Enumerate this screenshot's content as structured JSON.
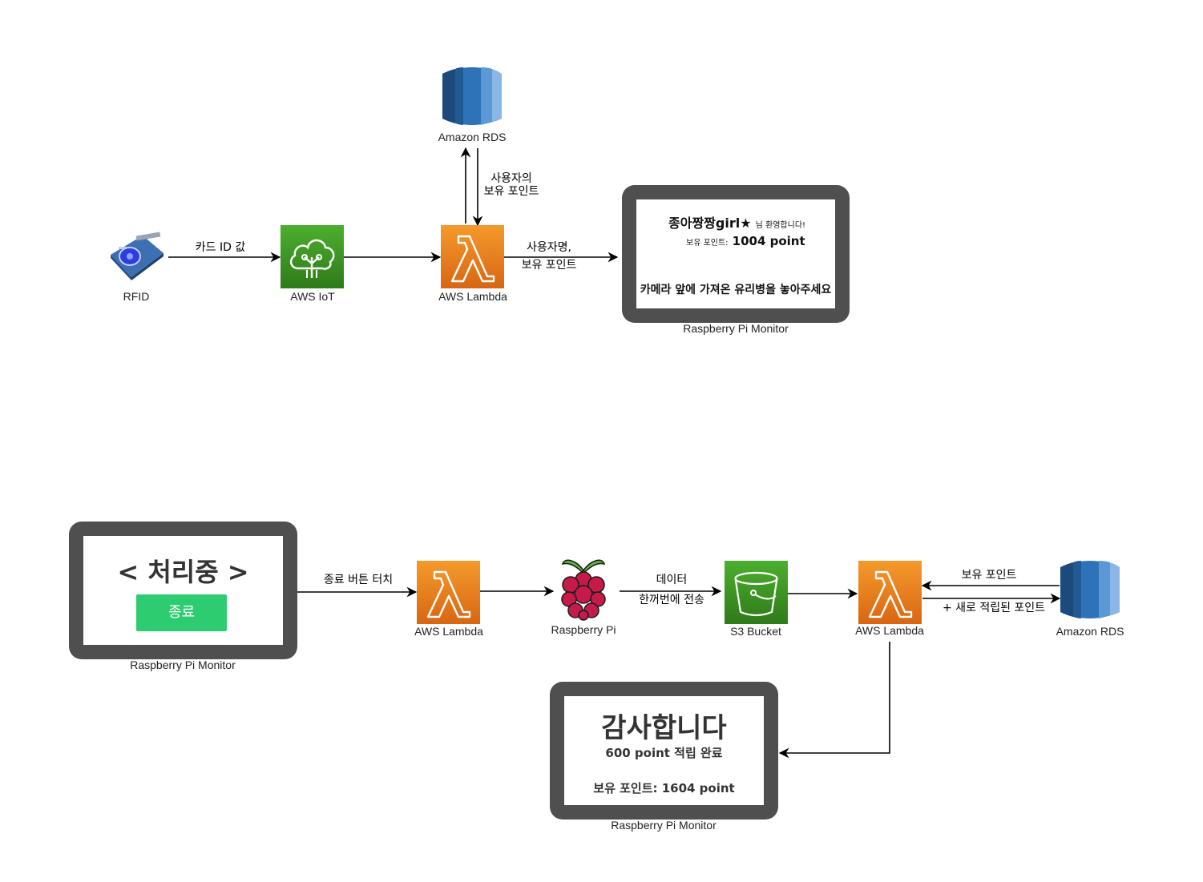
{
  "nodes": {
    "rfid": "RFID",
    "aws_iot": "AWS IoT",
    "lambda_top": "AWS Lambda",
    "rds_top": "Amazon RDS",
    "monitor_top": "Raspberry Pi Monitor",
    "monitor_bottom_left": "Raspberry Pi Monitor",
    "lambda_bottom_1": "AWS Lambda",
    "raspberry_pi": "Raspberry Pi",
    "s3_bucket": "S3 Bucket",
    "lambda_bottom_2": "AWS Lambda",
    "rds_bottom": "Amazon RDS",
    "monitor_bottom": "Raspberry Pi Monitor"
  },
  "edges": {
    "card_id": "카드 ID 값",
    "user_points_line1": "사용자의",
    "user_points_line2": "보유 포인트",
    "username_line1": "사용자명,",
    "username_line2": "보유 포인트",
    "end_touch": "종료 버튼 터치",
    "data_line1": "데이터",
    "data_line2": "한꺼번에 전송",
    "owned_points": "보유 포인트",
    "new_points": "+ 새로 적립된 포인트"
  },
  "screen_top": {
    "greeting_name": "종아짱짱girl★",
    "greeting_suffix": "님 환영합니다!",
    "points_label": "보유 포인트:",
    "points_value": "1004 point",
    "instruction": "카메라 앞에 가져온 유리병을 놓아주세요"
  },
  "screen_processing": {
    "title": "< 처리중 >",
    "button": "종료"
  },
  "screen_thanks": {
    "title": "감사합니다",
    "earned": "600 point 적립 완료",
    "total": "보유 포인트: 1604 point"
  },
  "colors": {
    "iot_green": "#3f8624",
    "lambda_orange": "#e8740c",
    "s3_green": "#3f8624",
    "rds_blue": "#2e73b8",
    "monitor_frame": "#4f4f4f",
    "button_green": "#2ecc71"
  }
}
